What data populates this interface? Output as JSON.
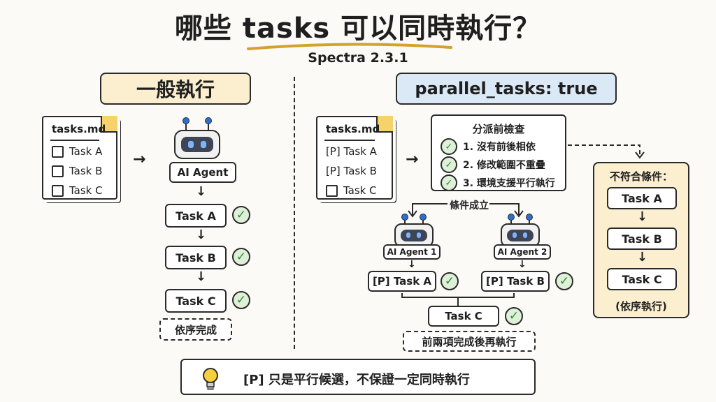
{
  "title": "哪些 tasks 可以同時執行？",
  "subtitle": "Spectra 2.3.1",
  "left": {
    "header": "一般執行",
    "doc_title": "tasks.md",
    "doc_items": [
      "Task A",
      "Task B",
      "Task C"
    ],
    "agent": "AI Agent",
    "steps": [
      "Task A",
      "Task B",
      "Task C"
    ],
    "result": "依序完成"
  },
  "right": {
    "header": "parallel_tasks: true",
    "doc_title": "tasks.md",
    "doc_items": [
      "[P] Task A",
      "[P] Task B",
      "Task C"
    ],
    "check_title": "分派前檢查",
    "checks": [
      "1. 沒有前後相依",
      "2. 修改範圍不重疊",
      "3. 環境支援平行執行"
    ],
    "condition": "條件成立",
    "agent1": "AI Agent 1",
    "agent2": "AI Agent 2",
    "task1": "[P] Task A",
    "task2": "[P] Task B",
    "task3": "Task C",
    "result": "前兩項完成後再執行",
    "side_title": "不符合條件：",
    "side_items": [
      "Task A",
      "Task B",
      "Task C"
    ],
    "side_note": "(依序執行)"
  },
  "tip": "[P] 只是平行候選，不保證一定同時執行",
  "icons": {
    "check": "check-circle-icon",
    "bulb": "lightbulb-icon",
    "robot": "robot-icon"
  },
  "colors": {
    "accent_yellow": "#fbefd0",
    "accent_blue": "#dbe9f7",
    "ok_green": "#2e8b3a"
  }
}
